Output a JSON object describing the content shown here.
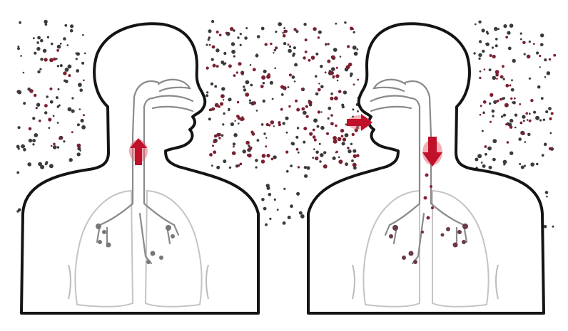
{
  "colors": {
    "background": "#ffffff",
    "outline": "#141414",
    "airway": "#8a8a8a",
    "lung": "#c4c4c4",
    "particle_dark": "#3a3a3a",
    "particle_red": "#7a2030",
    "arrow": "#c0102a"
  },
  "figures": [
    {
      "id": "left-person",
      "facing": "right",
      "role": "exhaling"
    },
    {
      "id": "right-person",
      "facing": "left",
      "role": "inhaling"
    }
  ],
  "arrows": [
    {
      "id": "exhale-arrow",
      "direction": "up"
    },
    {
      "id": "inhale-arrow",
      "direction": "right"
    },
    {
      "id": "descend-arrow",
      "direction": "down"
    }
  ],
  "particles": {
    "seed": 7,
    "dark_count": 380,
    "red_count": 210
  }
}
